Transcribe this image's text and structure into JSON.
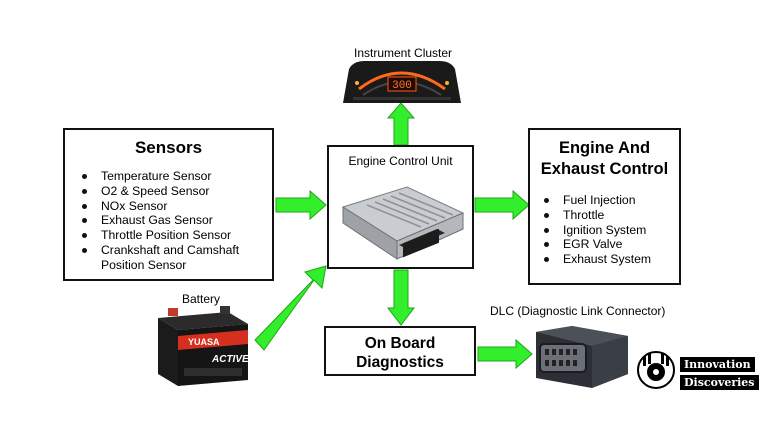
{
  "sensors": {
    "title": "Sensors",
    "items": [
      "Temperature Sensor",
      "O2 & Speed Sensor",
      "NOx Sensor",
      "Exhaust Gas Sensor",
      "Throttle Position Sensor",
      "Crankshaft and Camshaft Position Sensor"
    ]
  },
  "ecu": {
    "title": "Engine Control Unit"
  },
  "engine_exhaust": {
    "title": "Engine And Exhaust Control",
    "items": [
      "Fuel Injection",
      "Throttle",
      "Ignition System",
      "EGR Valve",
      "Exhaust System"
    ]
  },
  "instrument_cluster": {
    "label": "Instrument Cluster",
    "display_value": "300"
  },
  "battery": {
    "label": "Battery",
    "brand": "YUASA",
    "product": "ACTIVE"
  },
  "obd": {
    "title": "On Board Diagnostics"
  },
  "dlc": {
    "label": "DLC (Diagnostic Link Connector)"
  },
  "logo": {
    "line1": "Innovation",
    "line2": "Discoveries"
  },
  "colors": {
    "arrow": "#33ee2a",
    "border": "#111111"
  }
}
